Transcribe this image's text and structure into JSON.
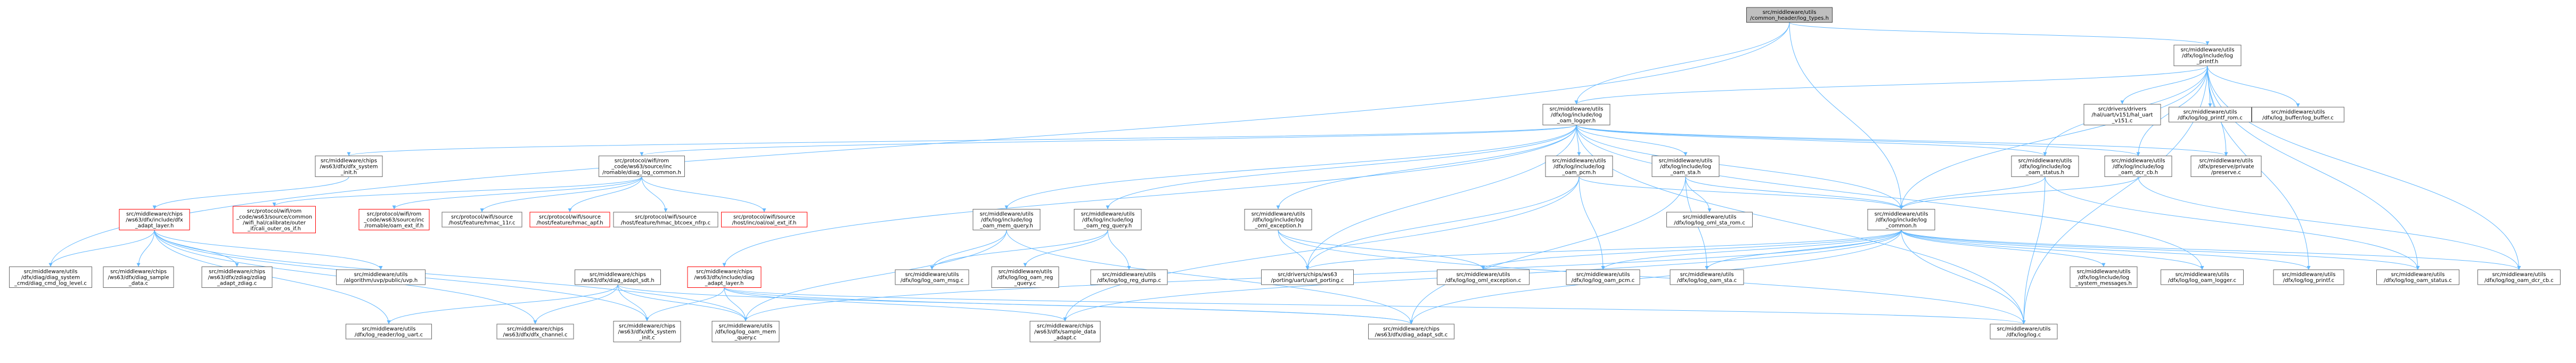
{
  "nodes": [
    {
      "id": "log_types",
      "label": [
        "src/middleware/utils",
        "/common_header/log_types.h"
      ],
      "kind": "root"
    },
    {
      "id": "log_printf_h",
      "label": [
        "src/middleware/utils",
        "/dfx/log/include/log",
        "_printf.h"
      ],
      "kind": "normal"
    },
    {
      "id": "log_oam_logger_h",
      "label": [
        "src/middleware/utils",
        "/dfx/log/include/log",
        "_oam_logger.h"
      ],
      "kind": "normal"
    },
    {
      "id": "uart_v151",
      "label": [
        "src/drivers/drivers",
        "/hal/uart/v151/hal_uart",
        "_v151.c"
      ],
      "kind": "normal"
    },
    {
      "id": "log_printf_rom",
      "label": [
        "src/middleware/utils",
        "/dfx/log/log_printf_rom.c"
      ],
      "kind": "normal"
    },
    {
      "id": "log_buffer",
      "label": [
        "src/middleware/utils",
        "/dfx/log_buffer/log_buffer.c"
      ],
      "kind": "normal"
    },
    {
      "id": "dfx_system_init_h",
      "label": [
        "src/middleware/chips",
        "/ws63/dfx/dfx_system",
        "_init.h"
      ],
      "kind": "normal"
    },
    {
      "id": "mac_log_common",
      "label": [
        "src/protocol/wifi/rom",
        "_code/ws63/source/inc",
        "/romable/diag_log_common.h"
      ],
      "kind": "normal"
    },
    {
      "id": "log_oam_pcm_h",
      "label": [
        "src/middleware/utils",
        "/dfx/log/include/log",
        "_oam_pcm.h"
      ],
      "kind": "normal"
    },
    {
      "id": "log_oam_sta_h",
      "label": [
        "src/middleware/utils",
        "/dfx/log/include/log",
        "_oam_sta.h"
      ],
      "kind": "normal"
    },
    {
      "id": "log_oam_status_h",
      "label": [
        "src/middleware/utils",
        "/dfx/log/include/log",
        "_oam_status.h"
      ],
      "kind": "normal"
    },
    {
      "id": "log_oam_dcr_cb_h",
      "label": [
        "src/middleware/utils",
        "/dfx/log/include/log",
        "_oam_dcr_cb.h"
      ],
      "kind": "normal"
    },
    {
      "id": "preserve_h",
      "label": [
        "src/middleware/utils",
        "/dfx/preserve/private",
        "/preserve.c"
      ],
      "kind": "normal"
    },
    {
      "id": "diag_adapt_layer",
      "label": [
        "src/middleware/chips",
        "/ws63/dfx/include/dfx",
        "_adapt_layer.h"
      ],
      "kind": "red"
    },
    {
      "id": "oal_outer",
      "label": [
        "src/protocol/wifi/rom",
        "_code/ws63/source/common",
        "/wifi_hal/calibrate/outer",
        "_if/cali_outer_os_if.h"
      ],
      "kind": "red"
    },
    {
      "id": "oam_ext_if",
      "label": [
        "src/protocol/wifi/rom",
        "_code/ws63/source/inc",
        "/romable/oam_ext_if.h"
      ],
      "kind": "red"
    },
    {
      "id": "hmac_11rc",
      "label": [
        "src/protocol/wifi/source",
        "/host/feature/hmac_11r.c"
      ],
      "kind": "normal"
    },
    {
      "id": "hmac_apf",
      "label": [
        "src/protocol/wifi/source",
        "/host/feature/hmac_apf.h"
      ],
      "kind": "red"
    },
    {
      "id": "hmac_btcoex",
      "label": [
        "src/protocol/wifi/source",
        "/host/feature/hmac_btcoex_nfrp.c"
      ],
      "kind": "normal"
    },
    {
      "id": "oal_ext_if",
      "label": [
        "src/protocol/wifi/source",
        "/host/inc/oal/oal_ext_if.h"
      ],
      "kind": "red"
    },
    {
      "id": "log_oam_mem_query_h",
      "label": [
        "src/middleware/utils",
        "/dfx/log/include/log",
        "_oam_mem_query.h"
      ],
      "kind": "normal"
    },
    {
      "id": "log_oam_reg_query_h",
      "label": [
        "src/middleware/utils",
        "/dfx/log/include/log",
        "_oam_reg_query.h"
      ],
      "kind": "normal"
    },
    {
      "id": "log_oml_exception_h",
      "label": [
        "src/middleware/utils",
        "/dfx/log/include/log",
        "_oml_exception.h"
      ],
      "kind": "normal"
    },
    {
      "id": "log_oml_sta_rom",
      "label": [
        "src/middleware/utils",
        "/dfx/log/log_oml_sta_rom.c"
      ],
      "kind": "normal"
    },
    {
      "id": "log_common_h",
      "label": [
        "src/middleware/utils",
        "/dfx/log/include/log",
        "_common.h"
      ],
      "kind": "normal"
    },
    {
      "id": "diag_cmd_log_level",
      "label": [
        "src/middleware/utils",
        "/dfx/diag/diag_system",
        "_cmd/diag_cmd_log_level.c"
      ],
      "kind": "normal"
    },
    {
      "id": "diag_sample_data",
      "label": [
        "src/middleware/chips",
        "/ws63/dfx/diag_sample",
        "_data.c"
      ],
      "kind": "normal"
    },
    {
      "id": "zdiag_adapt",
      "label": [
        "src/middleware/chips",
        "/ws63/dfx/zdiag/zdiag",
        "_adapt_zdiag.c"
      ],
      "kind": "normal"
    },
    {
      "id": "algorithm_uvp",
      "label": [
        "src/middleware/utils",
        "/algorithm/uvp/public/uvp.h"
      ],
      "kind": "normal"
    },
    {
      "id": "diag_adapt_sdt_h",
      "label": [
        "src/middleware/chips",
        "/ws63/dfx/diag_adapt_sdt.h"
      ],
      "kind": "normal"
    },
    {
      "id": "diag_adapt_layer2",
      "label": [
        "src/middleware/chips",
        "/ws63/dfx/include/diag",
        "_adapt_layer.h"
      ],
      "kind": "red"
    },
    {
      "id": "log_oam_msg",
      "label": [
        "src/middleware/utils",
        "/dfx/log/log_oam_msg.c"
      ],
      "kind": "normal"
    },
    {
      "id": "log_oam_reg_query",
      "label": [
        "src/middleware/utils",
        "/dfx/log/log_oam_reg",
        "_query.c"
      ],
      "kind": "normal"
    },
    {
      "id": "log_reg_dump",
      "label": [
        "src/middleware/utils",
        "/dfx/log/log_reg_dump.c"
      ],
      "kind": "normal"
    },
    {
      "id": "uart_porting",
      "label": [
        "src/drivers/chips/ws63",
        "/porting/uart/uart_porting.c"
      ],
      "kind": "normal"
    },
    {
      "id": "log_oml_exception",
      "label": [
        "src/middleware/utils",
        "/dfx/log/log_oml_exception.c"
      ],
      "kind": "normal"
    },
    {
      "id": "log_oam_pcm",
      "label": [
        "src/middleware/utils",
        "/dfx/log/log_oam_pcm.c"
      ],
      "kind": "normal"
    },
    {
      "id": "log_oam_sta",
      "label": [
        "src/middleware/utils",
        "/dfx/log/log_oam_sta.c"
      ],
      "kind": "normal"
    },
    {
      "id": "system_messages",
      "label": [
        "src/middleware/utils",
        "/dfx/log/include/log",
        "_system_messages.h"
      ],
      "kind": "normal"
    },
    {
      "id": "log_oam_logger",
      "label": [
        "src/middleware/utils",
        "/dfx/log/log_oam_logger.c"
      ],
      "kind": "normal"
    },
    {
      "id": "log_printf",
      "label": [
        "src/middleware/utils",
        "/dfx/log/log_printf.c"
      ],
      "kind": "normal"
    },
    {
      "id": "log_oam_status",
      "label": [
        "src/middleware/utils",
        "/dfx/log/log_oam_status.c"
      ],
      "kind": "normal"
    },
    {
      "id": "log_oam_dcr_cb",
      "label": [
        "src/middleware/utils",
        "/dfx/log/log_oam_dcr_cb.c"
      ],
      "kind": "normal"
    },
    {
      "id": "log_reader_uart",
      "label": [
        "src/middleware/utils",
        "/dfx/log_reader/log_uart.c"
      ],
      "kind": "normal"
    },
    {
      "id": "dfx_channel",
      "label": [
        "src/middleware/chips",
        "/ws63/dfx/dfx_channel.c"
      ],
      "kind": "normal"
    },
    {
      "id": "dfx_system_init",
      "label": [
        "src/middleware/chips",
        "/ws63/dfx/dfx_system",
        "_init.c"
      ],
      "kind": "normal"
    },
    {
      "id": "log_oam_mem_query",
      "label": [
        "src/middleware/utils",
        "/dfx/log/log_oam_mem",
        "_query.c"
      ],
      "kind": "normal"
    },
    {
      "id": "sample_data_adapt",
      "label": [
        "src/middleware/chips",
        "/ws63/dfx/sample_data",
        "_adapt.c"
      ],
      "kind": "normal"
    },
    {
      "id": "diag_adapt_sdt",
      "label": [
        "src/middleware/chips",
        "/ws63/dfx/diag_adapt_sdt.c"
      ],
      "kind": "normal"
    },
    {
      "id": "log_c",
      "label": [
        "src/middleware/utils",
        "/dfx/log/log.c"
      ],
      "kind": "normal"
    }
  ],
  "edges": [
    [
      "log_types",
      "log_printf_h"
    ],
    [
      "log_types",
      "log_oam_logger_h"
    ],
    [
      "log_types",
      "log_common_h"
    ],
    [
      "log_types",
      "diag_cmd_log_level"
    ],
    [
      "log_printf_h",
      "log_oam_logger_h"
    ],
    [
      "log_printf_h",
      "uart_v151"
    ],
    [
      "log_printf_h",
      "log_printf_rom"
    ],
    [
      "log_printf_h",
      "log_buffer"
    ],
    [
      "log_printf_h",
      "log_oam_status_h"
    ],
    [
      "log_printf_h",
      "log_oam_dcr_cb_h"
    ],
    [
      "log_printf_h",
      "preserve_h"
    ],
    [
      "log_printf_h",
      "log_printf"
    ],
    [
      "log_printf_h",
      "log_oam_status"
    ],
    [
      "log_printf_h",
      "log_oam_dcr_cb"
    ],
    [
      "log_printf_h",
      "log_c"
    ],
    [
      "log_printf_h",
      "log_common_h"
    ],
    [
      "log_oam_logger_h",
      "dfx_system_init_h"
    ],
    [
      "log_oam_logger_h",
      "mac_log_common"
    ],
    [
      "log_oam_logger_h",
      "log_oam_pcm_h"
    ],
    [
      "log_oam_logger_h",
      "log_oam_sta_h"
    ],
    [
      "log_oam_logger_h",
      "log_oam_status_h"
    ],
    [
      "log_oam_logger_h",
      "log_oam_dcr_cb_h"
    ],
    [
      "log_oam_logger_h",
      "preserve_h"
    ],
    [
      "log_oam_logger_h",
      "log_oam_mem_query_h"
    ],
    [
      "log_oam_logger_h",
      "log_oam_reg_query_h"
    ],
    [
      "log_oam_logger_h",
      "log_oml_exception_h"
    ],
    [
      "log_oam_logger_h",
      "log_common_h"
    ],
    [
      "log_oam_logger_h",
      "log_oam_logger"
    ],
    [
      "log_oam_logger_h",
      "diag_adapt_layer2"
    ],
    [
      "log_oam_logger_h",
      "log_c"
    ],
    [
      "log_oam_logger_h",
      "uart_porting"
    ],
    [
      "dfx_system_init_h",
      "diag_adapt_layer"
    ],
    [
      "mac_log_common",
      "oal_outer"
    ],
    [
      "mac_log_common",
      "oam_ext_if"
    ],
    [
      "mac_log_common",
      "hmac_11rc"
    ],
    [
      "mac_log_common",
      "hmac_apf"
    ],
    [
      "mac_log_common",
      "hmac_btcoex"
    ],
    [
      "mac_log_common",
      "oal_ext_if"
    ],
    [
      "diag_adapt_layer",
      "diag_cmd_log_level"
    ],
    [
      "diag_adapt_layer",
      "diag_sample_data"
    ],
    [
      "diag_adapt_layer",
      "zdiag_adapt"
    ],
    [
      "diag_adapt_layer",
      "algorithm_uvp"
    ],
    [
      "diag_adapt_layer",
      "log_reader_uart"
    ],
    [
      "diag_adapt_layer",
      "dfx_channel"
    ],
    [
      "diag_adapt_layer",
      "dfx_system_init"
    ],
    [
      "diag_adapt_layer",
      "log_oam_mem_query"
    ],
    [
      "log_oam_pcm_h",
      "log_common_h"
    ],
    [
      "log_oam_pcm_h",
      "log_oam_pcm"
    ],
    [
      "log_oam_pcm_h",
      "uart_porting"
    ],
    [
      "log_oam_pcm_h",
      "sample_data_adapt"
    ],
    [
      "log_oam_sta_h",
      "log_common_h"
    ],
    [
      "log_oam_sta_h",
      "log_oml_sta_rom"
    ],
    [
      "log_oam_sta_h",
      "log_oam_sta"
    ],
    [
      "log_oam_sta_h",
      "diag_adapt_sdt"
    ],
    [
      "log_oam_status_h",
      "log_common_h"
    ],
    [
      "log_oam_status_h",
      "log_oam_status"
    ],
    [
      "log_oam_status_h",
      "log_c"
    ],
    [
      "log_oam_dcr_cb_h",
      "log_common_h"
    ],
    [
      "log_oam_dcr_cb_h",
      "log_oam_dcr_cb"
    ],
    [
      "log_oam_mem_query_h",
      "log_oam_msg"
    ],
    [
      "log_oam_mem_query_h",
      "log_oam_mem_query"
    ],
    [
      "log_oam_mem_query_h",
      "diag_adapt_sdt"
    ],
    [
      "log_oam_reg_query_h",
      "log_oam_reg_query"
    ],
    [
      "log_oam_reg_query_h",
      "log_reg_dump"
    ],
    [
      "log_oam_reg_query_h",
      "log_oam_msg"
    ],
    [
      "log_oml_exception_h",
      "log_oml_exception"
    ],
    [
      "log_oml_exception_h",
      "uart_porting"
    ],
    [
      "log_oml_exception_h",
      "log_c"
    ],
    [
      "log_common_h",
      "log_oam_pcm"
    ],
    [
      "log_common_h",
      "log_oam_sta"
    ],
    [
      "log_common_h",
      "system_messages"
    ],
    [
      "log_common_h",
      "log_oam_logger"
    ],
    [
      "log_common_h",
      "log_printf"
    ],
    [
      "log_common_h",
      "log_oam_status"
    ],
    [
      "log_common_h",
      "log_oam_dcr_cb"
    ],
    [
      "log_common_h",
      "log_c"
    ],
    [
      "log_common_h",
      "uart_porting"
    ],
    [
      "log_common_h",
      "log_oml_exception"
    ],
    [
      "log_common_h",
      "sample_data_adapt"
    ],
    [
      "log_common_h",
      "diag_adapt_sdt"
    ],
    [
      "log_common_h",
      "log_oam_mem_query"
    ],
    [
      "diag_adapt_sdt_h",
      "log_reader_uart"
    ],
    [
      "diag_adapt_sdt_h",
      "dfx_channel"
    ],
    [
      "diag_adapt_sdt_h",
      "dfx_system_init"
    ],
    [
      "diag_adapt_sdt_h",
      "log_oam_mem_query"
    ],
    [
      "diag_adapt_sdt_h",
      "diag_adapt_sdt"
    ],
    [
      "diag_adapt_layer2",
      "dfx_system_init"
    ],
    [
      "diag_adapt_layer2",
      "log_oam_mem_query"
    ],
    [
      "diag_adapt_layer2",
      "sample_data_adapt"
    ],
    [
      "diag_adapt_layer2",
      "diag_adapt_sdt"
    ],
    [
      "diag_adapt_layer2",
      "log_c"
    ]
  ],
  "colors": {
    "edge": "#63b8ff",
    "border": "#666666",
    "root_fill": "#bfbfbf",
    "highlight_border": "#ff0000"
  }
}
